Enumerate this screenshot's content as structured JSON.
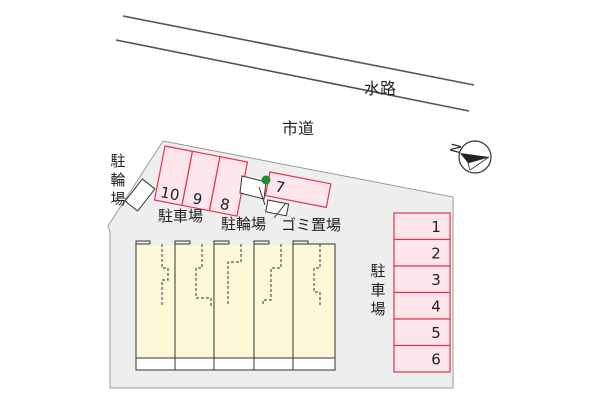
{
  "labels": {
    "waterway": "水路",
    "city_road": "市道",
    "parking_main": "駐車場",
    "bicycle_main": "駐輪場",
    "garbage": "ゴミ置場"
  },
  "vertical_labels": {
    "bicycle_side": [
      "駐",
      "輪",
      "場"
    ],
    "parking_side": [
      "駐",
      "車",
      "場"
    ]
  },
  "parking_top": [
    "10",
    "9",
    "8",
    "7"
  ],
  "parking_right": [
    "1",
    "2",
    "3",
    "4",
    "5",
    "6"
  ],
  "compass": {
    "letter": "N"
  },
  "colors": {
    "lot_fill": "#eeeeee",
    "lot_edge": "#9a9a9a",
    "building_fill": "#fdf8d6",
    "parking_fill": "#fde6ec",
    "parking_stroke": "#e2344f",
    "tree": "#1f8a2f",
    "ink": "#222222"
  }
}
